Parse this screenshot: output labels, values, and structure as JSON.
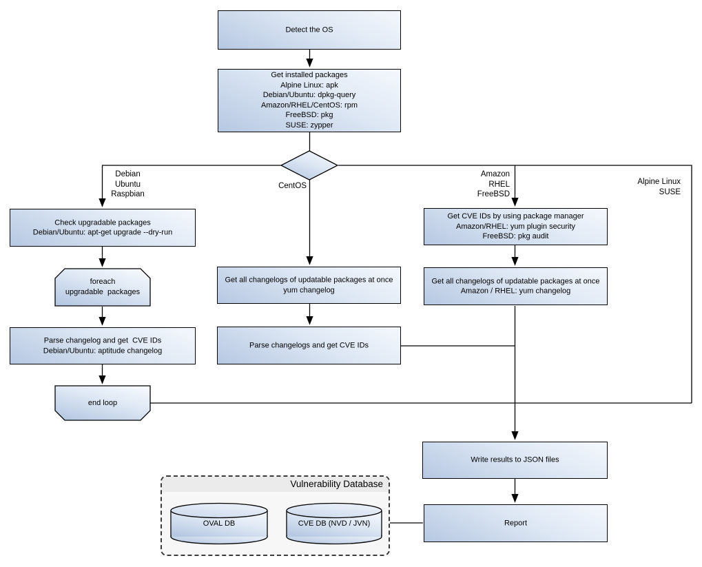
{
  "colors": {
    "node_fill_light": "#f5f8fd",
    "node_fill_dark": "#b6c8e2",
    "node_border": "#000000",
    "connector": "#000000",
    "db_panel_fill": "#f7f7f7",
    "db_panel_header_fill": "#ebebeb",
    "db_panel_border": "#3a3a3a"
  },
  "nodes": {
    "detect_os": "Detect the OS",
    "get_installed_packages": "Get installed packages\nAlpine Linux: apk\nDebian/Ubuntu: dpkg-query\nAmazon/RHEL/CentOS: rpm\nFreeBSD: pkg\nSUSE: zypper",
    "check_upgradable_packages": "Check upgradable packages\nDebian/Ubuntu: apt-get upgrade --dry-run",
    "foreach_loop_start": "foreach\nupgradable  packages",
    "parse_changelog_debian": "Parse changelog and get  CVE IDs\nDebian/Ubuntu: aptitude changelog",
    "end_loop": "end loop",
    "get_changelogs_centos": "Get all changelogs of updatable packages at once\nyum changelog",
    "parse_changelogs_centos": "Parse changelogs and get CVE IDs",
    "get_cve_ids_package_manager": "Get CVE IDs by using package manager\nAmazon/RHEL: yum plugin security\nFreeBSD: pkg audit",
    "get_changelogs_amazon_rhel": "Get all changelogs of updatable packages at once\nAmazon / RHEL: yum changelog",
    "write_results": "Write results to JSON files",
    "report": "Report"
  },
  "branch_labels": {
    "debian": "Debian\nUbuntu\nRaspbian",
    "centos": "CentOS",
    "amazon": "Amazon\nRHEL\nFreeBSD",
    "alpine": "Alpine Linux\nSUSE"
  },
  "vulnerability_database": {
    "title": "Vulnerability Database",
    "oval_db": "OVAL DB",
    "cve_db": "CVE DB (NVD / JVN)"
  }
}
